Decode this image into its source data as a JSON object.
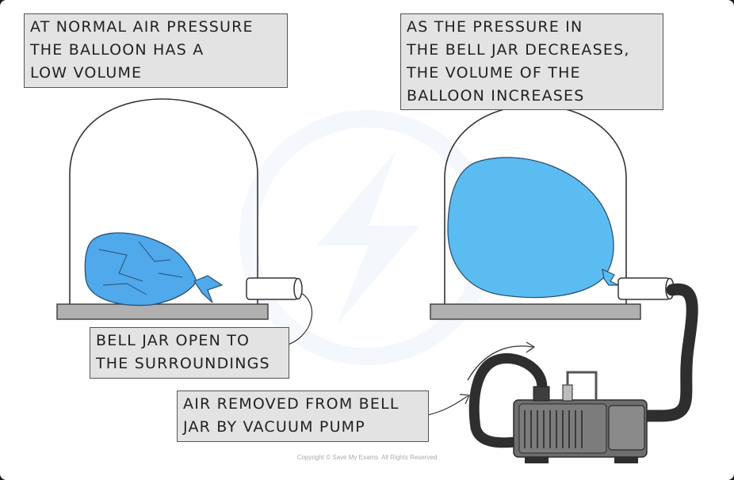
{
  "labels": {
    "normal_pressure": [
      "AT NORMAL AIR PRESSURE",
      "THE BALLOON HAS A",
      "LOW VOLUME"
    ],
    "decreasing_pressure": [
      "AS THE PRESSURE IN",
      "THE BELL JAR DECREASES,",
      "THE VOLUME OF THE",
      "BALLOON INCREASES"
    ],
    "bell_jar_open": [
      "BELL JAR OPEN TO",
      "THE SURROUNDINGS"
    ],
    "air_removed": [
      "AIR REMOVED FROM BELL",
      "JAR BY VACUUM PUMP"
    ]
  },
  "copyright": "Copyright © Save My Exams. All Rights Reserved",
  "colors": {
    "balloon": "#5bbcf2",
    "balloon_deflated": "#4fa9ea",
    "base": "#b0b0b0",
    "label_bg": "#e3e3e3",
    "pump": "#6e6e6e",
    "hose": "#2e2e2e"
  }
}
